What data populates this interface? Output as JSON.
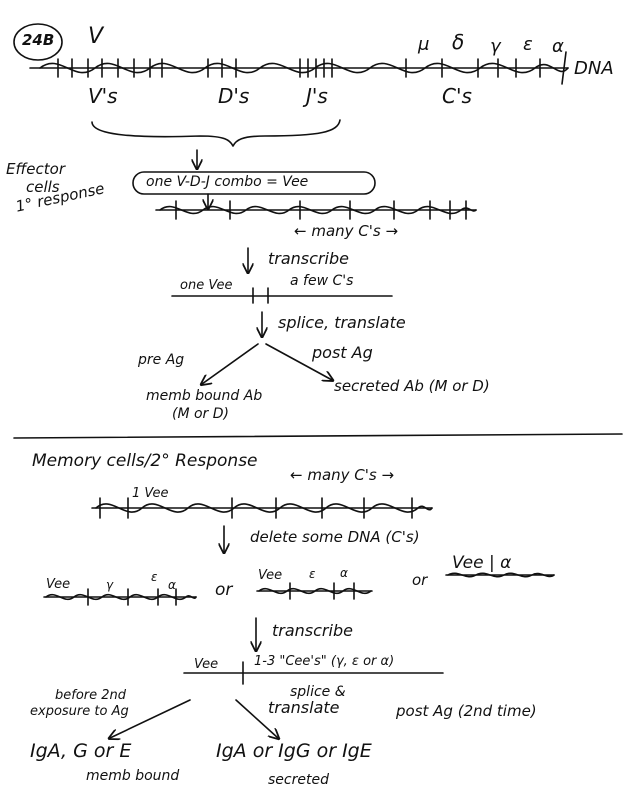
{
  "page_label": "24B",
  "gene_top": {
    "v_label": "V",
    "constant_greek": [
      "μ",
      "δ",
      "γ",
      "ε",
      "α"
    ],
    "dna_label": "DNA",
    "segment_labels": [
      "V's",
      "D's",
      "J's",
      "C's"
    ]
  },
  "primary": {
    "side_label_1": "Effector",
    "side_label_2": "cells",
    "side_label_3": "1° response",
    "combo_label": "one V-D-J combo = Vee",
    "many_cs": "← many C's →",
    "transcribe": "transcribe",
    "rna_left": "one Vee",
    "rna_right": "a few C's",
    "splice": "splice, translate",
    "pre_ag": "pre Ag",
    "post_ag": "post Ag",
    "memb_bound_1": "memb bound Ab",
    "memb_bound_2": "(M or D)",
    "secreted": "secreted Ab (M or D)"
  },
  "memory": {
    "title": "Memory cells/2° Response",
    "many_cs": "← many C's →",
    "one_vee": "1 Vee",
    "delete": "delete some DNA (C's)",
    "opt1": [
      "Vee",
      "γ",
      "ε",
      "α"
    ],
    "or1": "or",
    "opt2": [
      "Vee",
      "ε",
      "α"
    ],
    "or2": "or",
    "opt3": "Vee | α",
    "transcribe": "transcribe",
    "rna_vee": "Vee",
    "rna_cees": "1-3 \"Cee's\" (γ, ε or α)",
    "splice": "splice &",
    "translate": "translate",
    "before": "before 2nd",
    "exposure": "exposure to Ag",
    "post_ag": "post Ag (2nd time)",
    "left_result": "IgA, G or E",
    "memb_bound": "memb bound",
    "right_result": "IgA or IgG or IgE",
    "secreted": "secreted"
  }
}
